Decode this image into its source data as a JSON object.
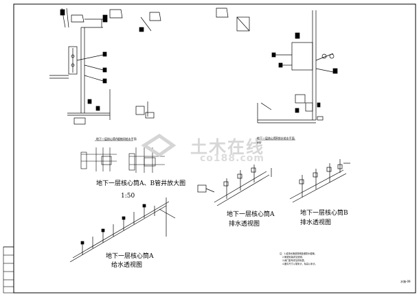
{
  "drawing": {
    "plan_left_title": "地下一层核心筒A楼梯间给水平面",
    "plan_right_title": "地下一层核心筒B排水给水平面",
    "plan_right_sub": "标注",
    "detail_title": "地下一层核心筒A、B管井放大图",
    "detail_scale": "1:50",
    "iso_a_line1": "地下一层核心筒A",
    "iso_a_line2": "给水透视图",
    "iso_b1_line1": "地下一层核心筒A",
    "iso_b1_line2": "排水透视图",
    "iso_b2_line1": "地下一层核心筒B",
    "iso_b2_line2": "排水透视图",
    "notes": [
      "注：1.给排水管道穿墙处做防水套管。",
      "2.管道安装详见说明。",
      "3.阀门型号详见材料表。",
      "4.图中尺寸以毫米计，标高以米计。"
    ],
    "sheet_number": "水施-09"
  },
  "watermark": {
    "text_cn": "土木在线",
    "text_en": "co188.com"
  }
}
